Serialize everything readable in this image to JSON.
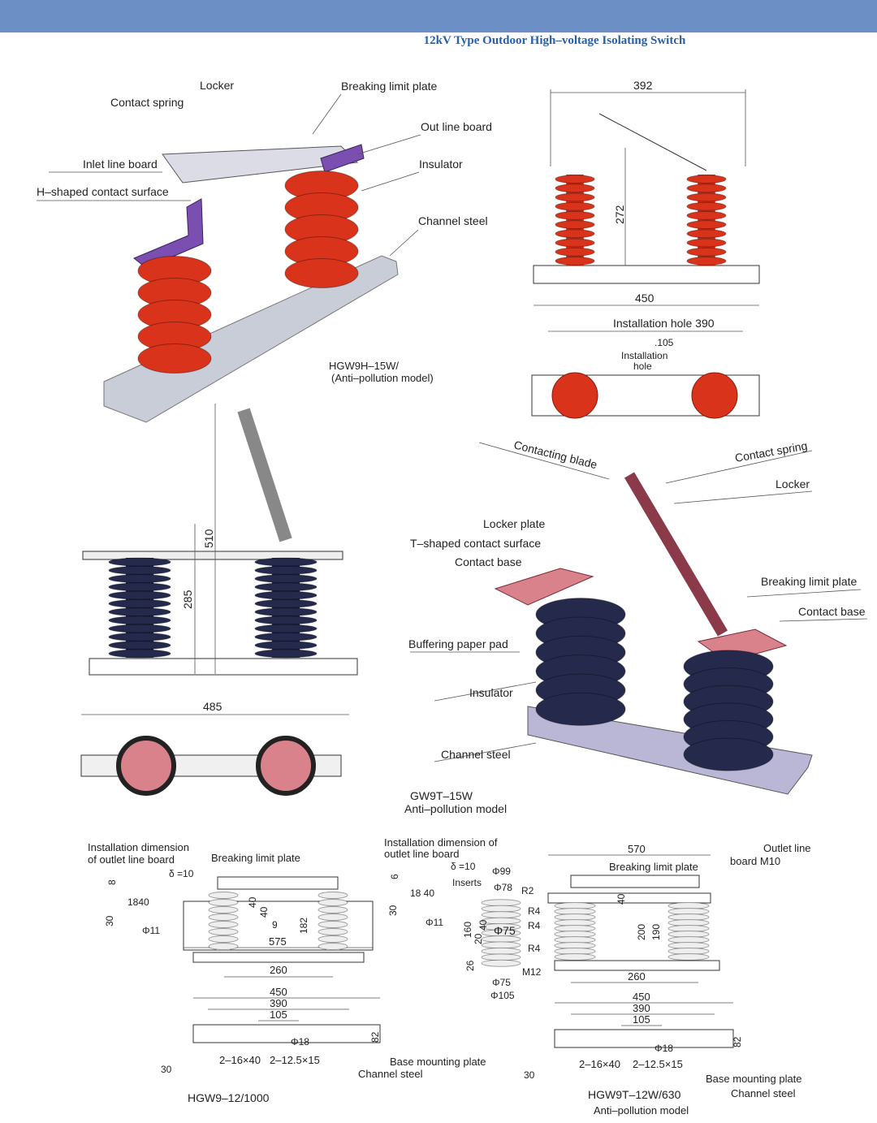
{
  "header": {
    "title": "12kV Type Outdoor High–voltage Isolating Switch"
  },
  "colors": {
    "header_bar": "#6c90c6",
    "title": "#2560ad",
    "insulator_red": "#d9331b",
    "insulator_dark": "#252a4d",
    "plate_purple": "#7a4fb0",
    "plate_pink": "#d9828c",
    "channel_steel": "#c9cdd8"
  },
  "hgw9h": {
    "locker": "Locker",
    "contact_spring": "Contact spring",
    "breaking_limit_plate": "Breaking limit plate",
    "out_line_board": "Out line board",
    "inlet_line_board": "Inlet line board",
    "insulator": "Insulator",
    "h_contact": "H–shaped contact surface",
    "channel_steel": "Channel steel",
    "model": "HGW9H–15W/",
    "model_note": "(Anti–pollution model)"
  },
  "top_dims": {
    "width_top": "392",
    "height": "272",
    "width_base": "450",
    "install_hole": "Installation hole 390",
    "d105": ".105",
    "hole_label1": "Installation",
    "hole_label2": "hole"
  },
  "mid_dims": {
    "h510": "510",
    "h285": "285",
    "w485": "485"
  },
  "gw9t": {
    "contacting_blade": "Contacting blade",
    "contact_spring": "Contact spring",
    "locker": "Locker",
    "locker_plate": "Locker plate",
    "t_contact": "T–shaped contact surface",
    "contact_base_left": "Contact base",
    "breaking_limit_plate": "Breaking limit plate",
    "contact_base_right": "Contact base",
    "buffering_pad": "Buffering paper pad",
    "insulator": "Insulator",
    "channel_steel": "Channel steel",
    "model": "GW9T–15W",
    "model_note": "Anti–pollution model"
  },
  "hgw9_12": {
    "install_dim1": "Installation dimension",
    "install_dim2": "of outlet line board",
    "breaking_limit_plate": "Breaking limit plate",
    "delta": "δ =10",
    "d8": "8",
    "d1840": "1840",
    "d30": "30",
    "phi11": "Φ11",
    "d40a": "40",
    "d40b": "40",
    "d9": "9",
    "d182": "182",
    "d575": "575",
    "d260": "260",
    "d450": "450",
    "d390": "390",
    "d105": "105",
    "phi18": "Φ18",
    "d82": "82",
    "holes1": "2–16×40",
    "holes2": "2–12.5×15",
    "d30b": "30",
    "base_plate": "Base mounting plate",
    "channel_steel": "Channel steel",
    "model": "HGW9–12/1000"
  },
  "hgw9t_12": {
    "install_dim1": "Installation dimension of",
    "install_dim2": "outlet line board",
    "delta": "δ =10",
    "d6": "6",
    "d1840": "18 40",
    "d30": "30",
    "phi11": "Φ11",
    "phi99": "Φ99",
    "inserts": "Inserts",
    "phi78": "Φ78",
    "r2": "R2",
    "r4a": "R4",
    "r4b": "R4",
    "r4c": "R4",
    "d160": "160",
    "d20": "20",
    "d40c": "40",
    "phi75s": "Φ75",
    "d26": "26",
    "m12": "M12",
    "phi75": "Φ75",
    "phi105": "Φ105",
    "d570": "570",
    "outlet1": "Outlet line",
    "outlet2": "board M10",
    "breaking_limit_plate": "Breaking limit plate",
    "d40": "40",
    "d200": "200",
    "d190": "190",
    "d260": "260",
    "d450": "450",
    "d390": "390",
    "d105": "105",
    "phi18": "Φ18",
    "d82": "82",
    "holes1": "2–16×40",
    "holes2": "2–12.5×15",
    "d30b": "30",
    "base_plate": "Base mounting plate",
    "channel_steel": "Channel steel",
    "model": "HGW9T–12W/630",
    "model_note": "Anti–pollution model"
  }
}
